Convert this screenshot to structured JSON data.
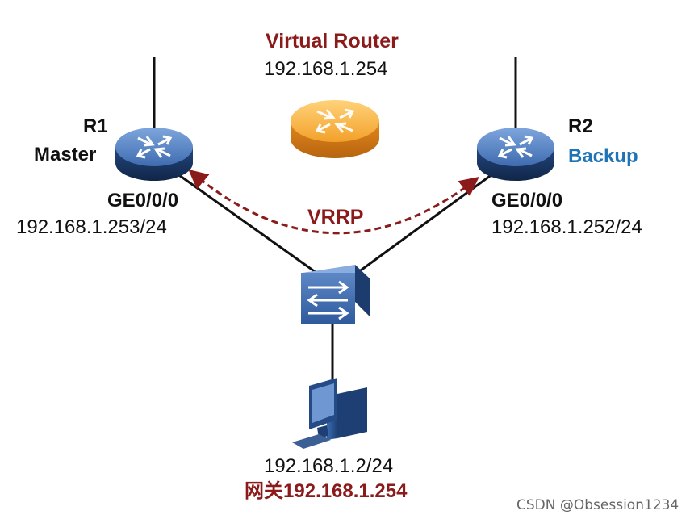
{
  "virtual_router": {
    "title": "Virtual Router",
    "ip": "192.168.1.254"
  },
  "r1": {
    "name": "R1",
    "role": "Master",
    "interface": "GE0/0/0",
    "ip": "192.168.1.253/24"
  },
  "r2": {
    "name": "R2",
    "role": "Backup",
    "interface": "GE0/0/0",
    "ip": "192.168.1.252/24"
  },
  "protocol": "VRRP",
  "host": {
    "ip": "192.168.1.2/24",
    "gateway": "网关192.168.1.254"
  },
  "watermark": "CSDN @Obsession1234",
  "colors": {
    "accent_red": "#8b1a1a",
    "backup_blue": "#1f74b6",
    "router_blue": "#3d6db0",
    "virtual_router_orange": "#f2a12a"
  },
  "icons": {
    "r1": "router-icon",
    "r2": "router-icon",
    "virtual": "virtual-router-icon",
    "switch": "switch-icon",
    "host": "pc-icon"
  }
}
